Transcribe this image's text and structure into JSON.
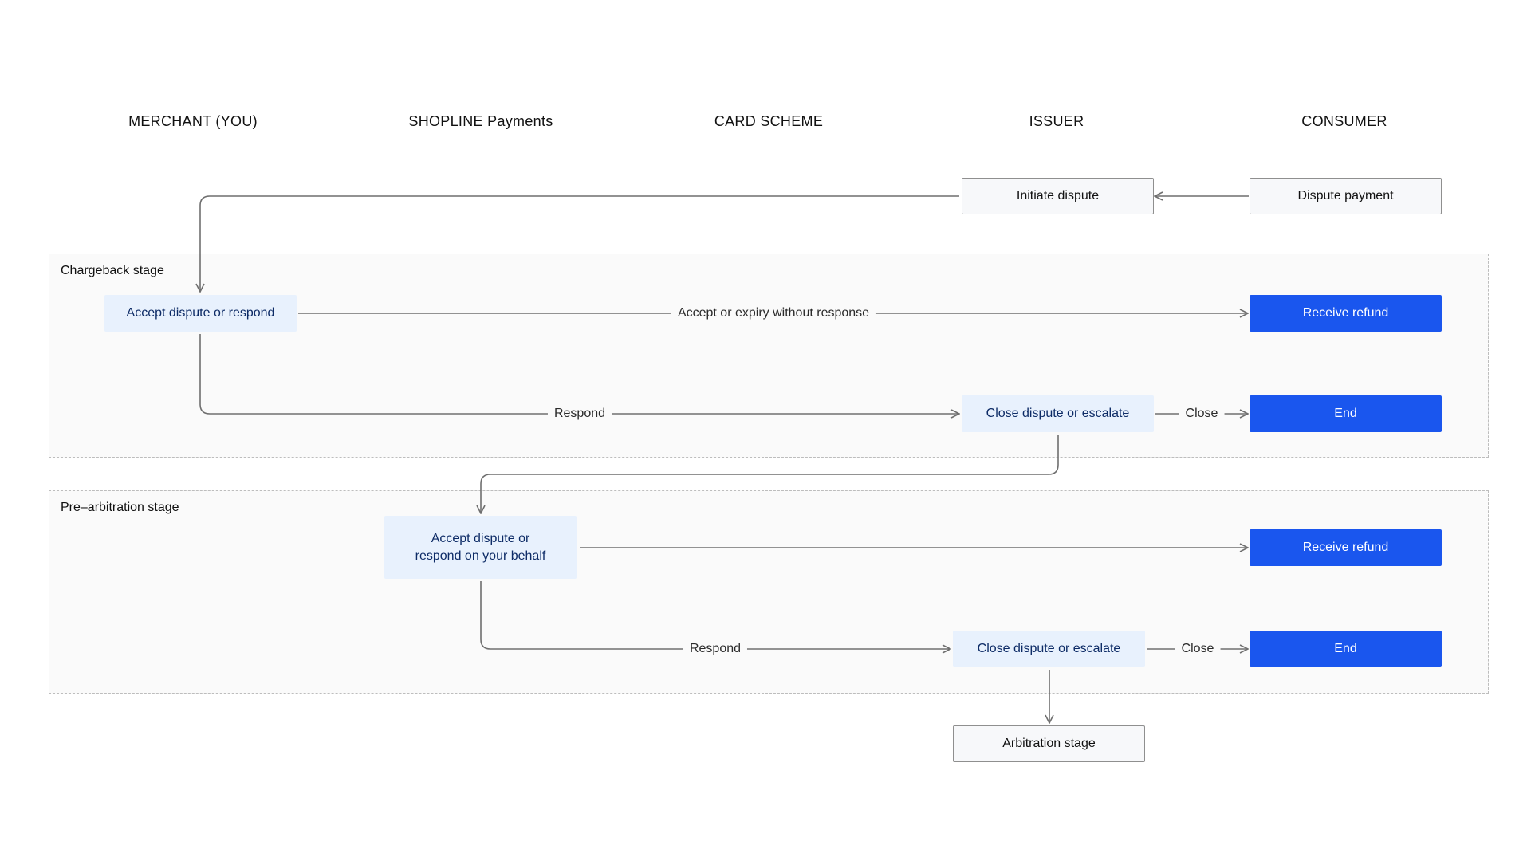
{
  "lanes": [
    "MERCHANT (YOU)",
    "SHOPLINE Payments",
    "CARD SCHEME",
    "ISSUER",
    "CONSUMER"
  ],
  "stages": {
    "chargeback": "Chargeback stage",
    "prearbitration": "Pre–arbitration stage"
  },
  "nodes": {
    "initiate_dispute": "Initiate dispute",
    "dispute_payment": "Dispute payment",
    "accept_or_respond": "Accept dispute or respond",
    "receive_refund_1": "Receive refund",
    "close_or_escalate_1": "Close dispute or escalate",
    "end_1": "End",
    "accept_on_behalf_line1": "Accept dispute or",
    "accept_on_behalf_line2": "respond on your behalf",
    "receive_refund_2": "Receive refund",
    "close_or_escalate_2": "Close dispute or escalate",
    "end_2": "End",
    "arbitration_stage": "Arbitration stage"
  },
  "edge_labels": {
    "accept_or_expiry": "Accept or expiry without response",
    "respond_1": "Respond",
    "close_1": "Close",
    "respond_2": "Respond",
    "close_2": "Close"
  },
  "colors": {
    "accent": "#1a56ee",
    "light_node": "#e8f1fd",
    "line": "#6f6f6f"
  }
}
